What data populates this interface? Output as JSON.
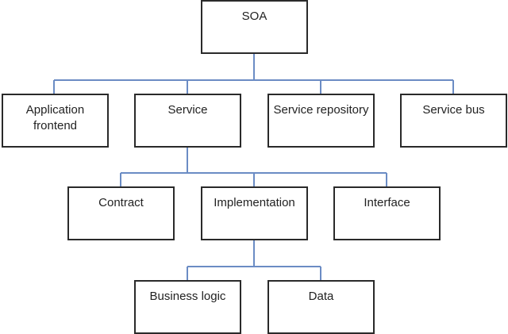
{
  "diagram": {
    "type": "hierarchy",
    "link_color": "#6b8cc4",
    "nodes": [
      {
        "id": "soa",
        "label": "SOA",
        "parent": null
      },
      {
        "id": "app_frontend",
        "label": "Application frontend",
        "parent": "soa"
      },
      {
        "id": "service",
        "label": "Service",
        "parent": "soa"
      },
      {
        "id": "service_repository",
        "label": "Service repository",
        "parent": "soa"
      },
      {
        "id": "service_bus",
        "label": "Service bus",
        "parent": "soa"
      },
      {
        "id": "contract",
        "label": "Contract",
        "parent": "service"
      },
      {
        "id": "implementation",
        "label": "Implementation",
        "parent": "service"
      },
      {
        "id": "interface",
        "label": "Interface",
        "parent": "service"
      },
      {
        "id": "business_logic",
        "label": "Business logic",
        "parent": "implementation"
      },
      {
        "id": "data",
        "label": "Data",
        "parent": "implementation"
      }
    ]
  }
}
